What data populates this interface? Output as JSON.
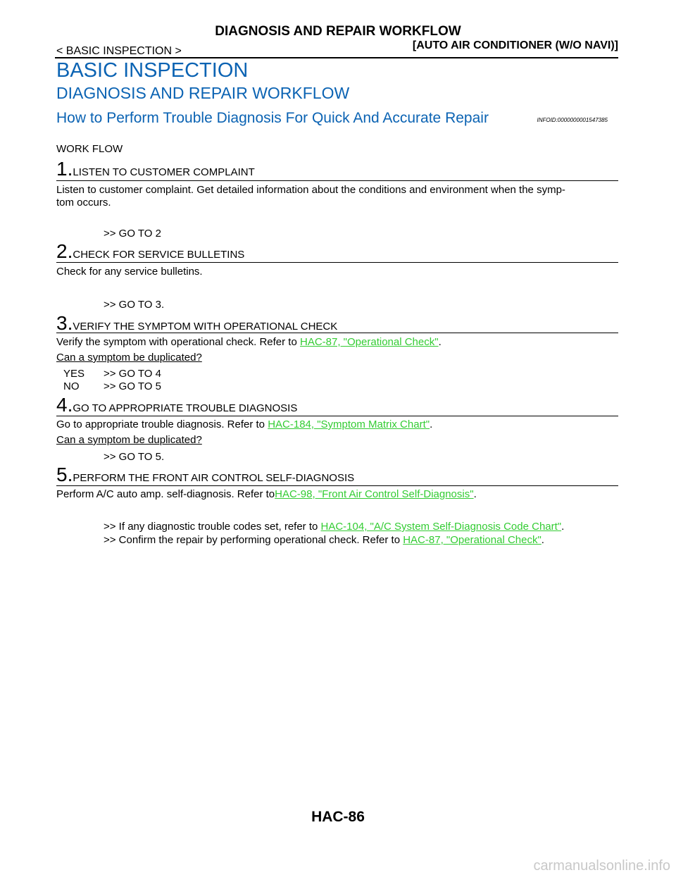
{
  "header": {
    "running_title": "DIAGNOSIS AND REPAIR WORKFLOW",
    "section": "< BASIC INSPECTION >",
    "system": "[AUTO AIR CONDITIONER (W/O NAVI)]"
  },
  "headings": {
    "h1": "BASIC INSPECTION",
    "h2": "DIAGNOSIS AND REPAIR WORKFLOW",
    "h3": "How to Perform Trouble Diagnosis For Quick And Accurate Repair",
    "infoid": "INFOID:0000000001547385"
  },
  "work_flow_label": "WORK FLOW",
  "steps": [
    {
      "num": "1.",
      "title": "LISTEN TO CUSTOMER COMPLAINT",
      "body_line1": "Listen to customer complaint. Get detailed information about the conditions and environment when the symp-",
      "body_line2": "tom occurs.",
      "result": ">> GO TO 2"
    },
    {
      "num": "2.",
      "title": "CHECK FOR SERVICE BULLETINS",
      "body": "Check for any service bulletins.",
      "result": ">> GO TO 3."
    },
    {
      "num": "3.",
      "title": "VERIFY THE SYMPTOM WITH OPERATIONAL CHECK",
      "body_prefix": "Verify the symptom with operational check. Refer to ",
      "link": "HAC-87, \"Operational Check\"",
      "body_suffix": ".",
      "question": "Can a symptom be duplicated?",
      "yes_label": "YES",
      "yes_result": ">> GO TO 4",
      "no_label": "NO",
      "no_result": ">> GO TO 5"
    },
    {
      "num": "4.",
      "title": "GO TO APPROPRIATE TROUBLE DIAGNOSIS",
      "body_prefix": "Go to appropriate trouble diagnosis. Refer to ",
      "link": "HAC-184, \"Symptom  Matrix  Chart\"",
      "body_suffix": ".",
      "question": "Can a symptom be duplicated?",
      "result": ">> GO TO 5."
    },
    {
      "num": "5.",
      "title": "PERFORM THE FRONT AIR CONTROL SELF-DIAGNOSIS",
      "body_prefix": "Perform A/C auto amp. self-diagnosis. Refer to",
      "link": "HAC-98, \"Front Air Control Self-Diagnosis\"",
      "body_suffix": ".",
      "result1_prefix": ">> If any diagnostic trouble codes set, refer to ",
      "result1_link": "HAC-104, \"A/C System Self-Diagnosis Code Chart\"",
      "result1_suffix": ".",
      "result2_prefix": ">> Confirm the repair by performing operational check. Refer to ",
      "result2_link": "HAC-87, \"Operational Check\"",
      "result2_suffix": "."
    }
  ],
  "footer": {
    "page": "HAC-86"
  },
  "watermark": "carmanualsonline.info"
}
